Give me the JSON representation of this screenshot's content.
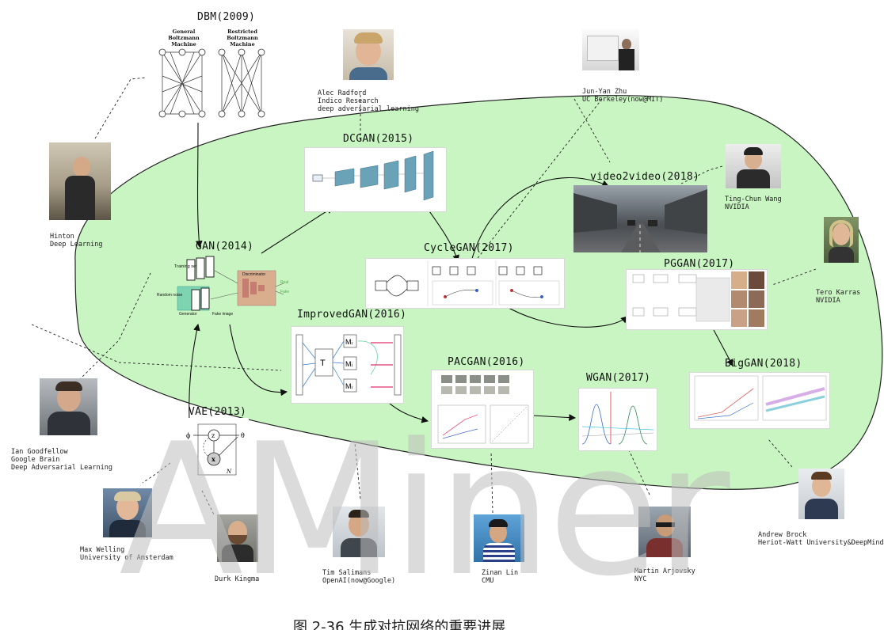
{
  "colors": {
    "region": "#c9f5c2",
    "region_stroke": "#222222"
  },
  "nodes": {
    "dbm": {
      "title": "DBM(2009)",
      "left_label": "General Boltzmann Machine",
      "right_label": "Restricted Boltzmann Machine"
    },
    "gan": {
      "title": "GAN(2014)",
      "training_set": "Training set",
      "random_noise": "Random noise",
      "generator": "Generator",
      "discriminator": "Discriminator",
      "fake_image": "Fake image",
      "real": "Real",
      "fake": "Fake"
    },
    "dcgan": {
      "title": "DCGAN(2015)"
    },
    "cyclegan": {
      "title": "CycleGAN(2017)"
    },
    "video2video": {
      "title": "video2video(2018)"
    },
    "pggan": {
      "title": "PGGAN(2017)"
    },
    "improvedgan": {
      "title": "ImprovedGAN(2016)"
    },
    "pacgan": {
      "title": "PACGAN(2016)"
    },
    "wgan": {
      "title": "WGAN(2017)"
    },
    "biggan": {
      "title": "BigGAN(2018)"
    },
    "vae": {
      "title": "VAE(2013)"
    }
  },
  "people": {
    "radford": {
      "line1": "Alec Radford",
      "line2": "Indico Research",
      "line3": "deep adversarial learning"
    },
    "zhu": {
      "line1": "Jun-Yan Zhu",
      "line2": "UC Berkeley(now@MIT)"
    },
    "hinton": {
      "line1": "Hinton",
      "line2": "Deep Learning"
    },
    "wang": {
      "line1": "Ting-Chun Wang",
      "line2": "NVIDIA"
    },
    "karras": {
      "line1": "Tero Karras",
      "line2": "NVIDIA"
    },
    "goodfellow": {
      "line1": "Ian Goodfellow",
      "line2": "Google Brain",
      "line3": "Deep Adversarial Learning"
    },
    "welling": {
      "line1": "Max Welling",
      "line2": "University of Amsterdam"
    },
    "kingma": {
      "line1": "Durk Kingma"
    },
    "salimans": {
      "line1": "Tim Salimans",
      "line2": "OpenAI(now@Google)"
    },
    "lin": {
      "line1": "Zinan Lin",
      "line2": "CMU"
    },
    "arjovsky": {
      "line1": "Martin Arjovsky",
      "line2": "NYC"
    },
    "brock": {
      "line1": "Andrew Brock",
      "line2": "Heriot-Watt University&DeepMind"
    }
  },
  "watermark": "AMiner",
  "caption": "图 2-36 生成对抗网络的重要进展"
}
